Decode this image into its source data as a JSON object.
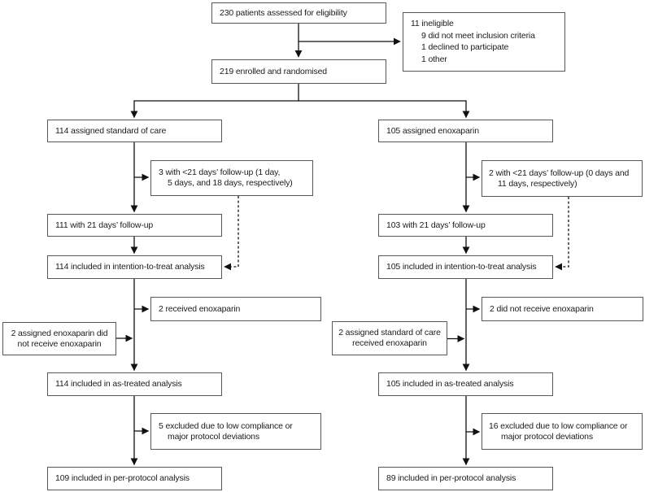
{
  "diagram": {
    "top": {
      "assessed": "230 patients assessed for eligibility",
      "ineligible": {
        "title": "11 ineligible",
        "items": [
          "9 did not meet inclusion criteria",
          "1 declined to participate",
          "1 other"
        ]
      },
      "enrolled": "219 enrolled and randomised"
    },
    "standard_care_arm": {
      "assigned": "114 assigned standard of care",
      "short_followup": {
        "line1": "3 with <21 days’ follow-up (1 day,",
        "line2": "5 days, and 18 days, respectively)"
      },
      "followup": "111 with 21 days’ follow-up",
      "intention_to_treat": "114 included in intention-to-treat analysis",
      "treatment_deviation": "2 received enoxaparin",
      "crossover": {
        "line1": "2 assigned enoxaparin did",
        "line2": "not receive enoxaparin"
      },
      "as_treated": "114 included in as-treated analysis",
      "excluded": {
        "line1": "5 excluded due to low compliance or",
        "line2": "major protocol deviations"
      },
      "per_protocol": "109 included in per-protocol analysis"
    },
    "enoxaparin_arm": {
      "assigned": "105 assigned enoxaparin",
      "short_followup": {
        "line1": "2 with <21 days’ follow-up (0 days and",
        "line2": "11 days, respectively)"
      },
      "followup": "103 with 21 days’ follow-up",
      "intention_to_treat": "105 included in intention-to-treat analysis",
      "treatment_deviation": "2 did not receive enoxaparin",
      "crossover": {
        "line1": "2 assigned standard of care",
        "line2": "received enoxaparin"
      },
      "as_treated": "105 included in as-treated analysis",
      "excluded": {
        "line1": "16 excluded due to low compliance or",
        "line2": "major protocol deviations"
      },
      "per_protocol": "89 included in per-protocol analysis"
    },
    "colors": {
      "box_border": "#58585a",
      "connector": "#111111",
      "text": "#1c1c1c",
      "background": "#ffffff"
    }
  }
}
